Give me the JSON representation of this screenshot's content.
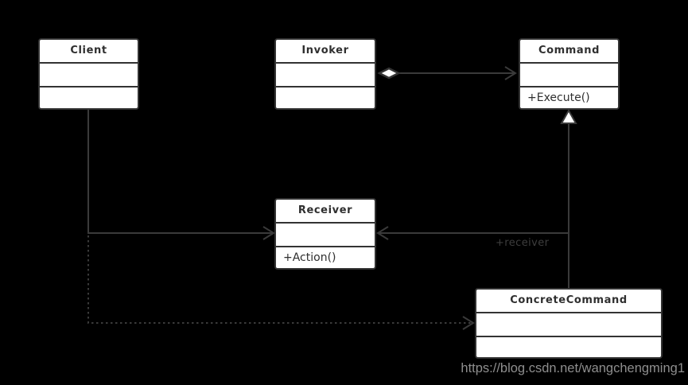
{
  "diagram": {
    "classes": {
      "client": {
        "title": "Client"
      },
      "invoker": {
        "title": "Invoker"
      },
      "command": {
        "title": "Command",
        "method": "+Execute()"
      },
      "receiver": {
        "title": "Receiver",
        "method": "+Action()"
      },
      "concrete_command": {
        "title": "ConcreteCommand"
      }
    },
    "edge_labels": {
      "receiver_role": "+receiver"
    },
    "relationships": [
      {
        "type": "aggregation",
        "from": "Invoker",
        "to": "Command"
      },
      {
        "type": "association",
        "from": "Client",
        "to": "Receiver"
      },
      {
        "type": "association",
        "from": "ConcreteCommand",
        "to": "Receiver",
        "label": "+receiver"
      },
      {
        "type": "generalization",
        "from": "ConcreteCommand",
        "to": "Command"
      },
      {
        "type": "dependency",
        "from": "Client",
        "to": "ConcreteCommand",
        "style": "dashed"
      }
    ],
    "watermark": "https://blog.csdn.net/wangchengming1",
    "colors": {
      "background": "#000000",
      "box_fill": "#ffffff",
      "box_border": "#333333",
      "line": "#3a3a3a",
      "text": "#2f2f2f",
      "edge_label": "#3d3d3d",
      "watermark": "#8e8e8e"
    }
  }
}
